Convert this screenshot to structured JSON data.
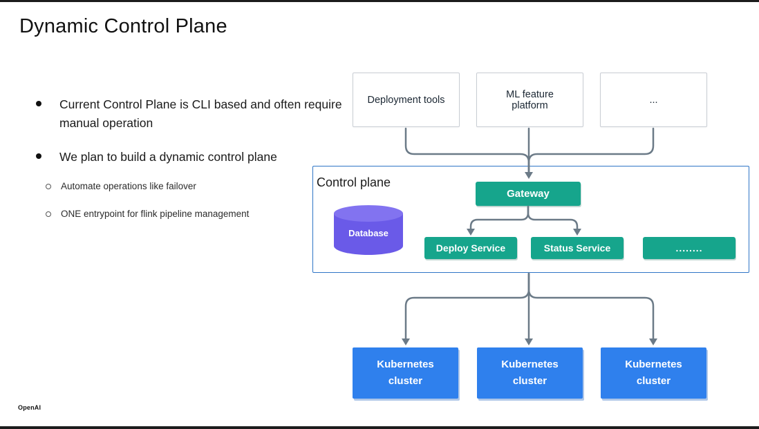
{
  "slide": {
    "title": "Dynamic Control Plane",
    "footer_logo": "OpenAI"
  },
  "bullets": {
    "main": [
      {
        "label": "Current Control Plane is CLI based and often require manual operation"
      },
      {
        "label": "We plan to build a dynamic control plane"
      }
    ],
    "sub": [
      {
        "label": "Automate operations like failover"
      },
      {
        "label": "ONE entrypoint for flink pipeline management"
      }
    ]
  },
  "diagram": {
    "sources": [
      {
        "label": "Deployment tools"
      },
      {
        "label": "ML feature platform"
      },
      {
        "label": "..."
      }
    ],
    "control_plane": {
      "label": "Control plane",
      "database_label": "Database",
      "gateway_label": "Gateway",
      "services": [
        {
          "label": "Deploy Service"
        },
        {
          "label": "Status Service"
        },
        {
          "label": "........"
        }
      ]
    },
    "clusters": [
      {
        "label": "Kubernetes cluster"
      },
      {
        "label": "Kubernetes cluster"
      },
      {
        "label": "Kubernetes cluster"
      }
    ],
    "colors": {
      "teal": "#16a58c",
      "purple": "#6a5ae8",
      "purple_light": "#8273f0",
      "blue": "#2f80ed",
      "arrow": "#6b7a87",
      "panel_border": "#2e75c6"
    }
  }
}
